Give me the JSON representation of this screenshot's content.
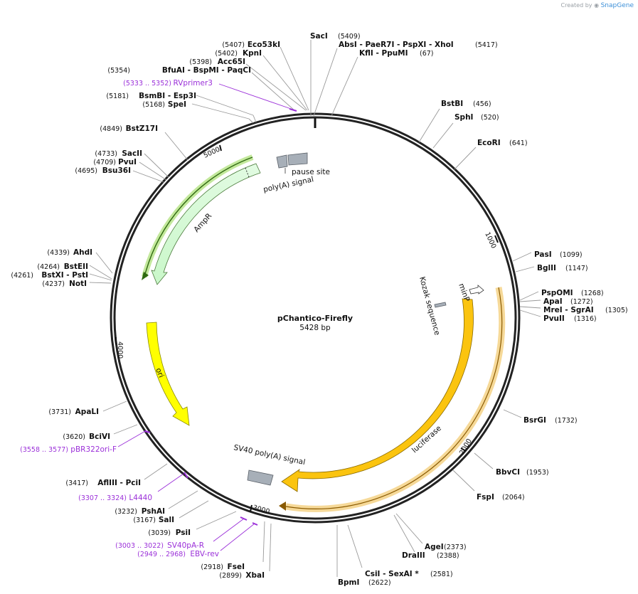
{
  "credit": {
    "prefix": "Created by",
    "brand": "SnapGene"
  },
  "plasmid": {
    "name": "pChantico-Firefly",
    "size_label": "5428 bp"
  },
  "ticks": [
    "1000",
    "2000",
    "3000",
    "4000",
    "5000"
  ],
  "features": {
    "ampr": "AmpR",
    "ori": "ori",
    "luciferase": "luciferase",
    "sv40": "SV40 poly(A) signal",
    "polya": "poly(A) signal",
    "pause": "pause site",
    "minp": "minP",
    "kozak": "Kozak sequence"
  },
  "sites": [
    {
      "id": "saci",
      "name": "SacI",
      "pos": "(5409)"
    },
    {
      "id": "absi",
      "name": "AbsI   - PaeR7I   - PspXI   - XhoI",
      "pos": "(5417)"
    },
    {
      "id": "kfli",
      "name": "KflI   - PpuMI",
      "pos": "(67)"
    },
    {
      "id": "eco53ki",
      "name": "Eco53kI",
      "pos": "(5407)"
    },
    {
      "id": "kpni",
      "name": "KpnI",
      "pos": "(5402)"
    },
    {
      "id": "acc65i",
      "name": "Acc65I",
      "pos": "(5398)"
    },
    {
      "id": "bfuai",
      "name": "BfuAI   - BspMI   - PaqCI",
      "pos": "(5354)"
    },
    {
      "id": "bsmbi",
      "name": "BsmBI   - Esp3I",
      "pos": "(5181)"
    },
    {
      "id": "spei",
      "name": "SpeI",
      "pos": "(5168)"
    },
    {
      "id": "bstz17i",
      "name": "BstZ17I",
      "pos": "(4849)"
    },
    {
      "id": "sacii",
      "name": "SacII",
      "pos": "(4733)"
    },
    {
      "id": "pvui",
      "name": "PvuI",
      "pos": "(4709)"
    },
    {
      "id": "bsu36i",
      "name": "Bsu36I",
      "pos": "(4695)"
    },
    {
      "id": "ahdi",
      "name": "AhdI",
      "pos": "(4339)"
    },
    {
      "id": "bsteii",
      "name": "BstEII",
      "pos": "(4264)"
    },
    {
      "id": "bstxi",
      "name": "BstXI   - PstI",
      "pos": "(4261)"
    },
    {
      "id": "noti",
      "name": "NotI",
      "pos": "(4237)"
    },
    {
      "id": "apali",
      "name": "ApaLI",
      "pos": "(3731)"
    },
    {
      "id": "bcivi",
      "name": "BciVI",
      "pos": "(3620)"
    },
    {
      "id": "afliii",
      "name": "AflIII   - PciI",
      "pos": "(3417)"
    },
    {
      "id": "pshai",
      "name": "PshAI",
      "pos": "(3232)"
    },
    {
      "id": "sali",
      "name": "SalI",
      "pos": "(3167)"
    },
    {
      "id": "psii",
      "name": "PsiI",
      "pos": "(3039)"
    },
    {
      "id": "fsei",
      "name": "FseI",
      "pos": "(2918)"
    },
    {
      "id": "xbai",
      "name": "XbaI",
      "pos": "(2899)"
    },
    {
      "id": "bpmi",
      "name": "BpmI",
      "pos": "(2622)"
    },
    {
      "id": "csii",
      "name": "CsiI   - SexAI *",
      "pos": "(2581)"
    },
    {
      "id": "draiii",
      "name": "DraIII",
      "pos": "(2388)"
    },
    {
      "id": "agei",
      "name": "AgeI",
      "pos": "(2373)"
    },
    {
      "id": "fspi",
      "name": "FspI",
      "pos": "(2064)"
    },
    {
      "id": "bbvci",
      "name": "BbvCI",
      "pos": "(1953)"
    },
    {
      "id": "bsrgi",
      "name": "BsrGI",
      "pos": "(1732)"
    },
    {
      "id": "pvuii",
      "name": "PvuII",
      "pos": "(1316)"
    },
    {
      "id": "mrei",
      "name": "MreI   - SgrAI",
      "pos": "(1305)"
    },
    {
      "id": "apai",
      "name": "ApaI",
      "pos": "(1272)"
    },
    {
      "id": "pspomi",
      "name": "PspOMI",
      "pos": "(1268)"
    },
    {
      "id": "bglii",
      "name": "BglII",
      "pos": "(1147)"
    },
    {
      "id": "pasi",
      "name": "PasI",
      "pos": "(1099)"
    },
    {
      "id": "ecori",
      "name": "EcoRI",
      "pos": "(641)"
    },
    {
      "id": "sphi",
      "name": "SphI",
      "pos": "(520)"
    },
    {
      "id": "bstbi",
      "name": "BstBI",
      "pos": "(456)"
    }
  ],
  "primers": [
    {
      "id": "rvprimer3",
      "name": "RVprimer3",
      "pos": "(5333 .. 5352)"
    },
    {
      "id": "pbr322ori-f",
      "name": "pBR322ori-F",
      "pos": "(3558 .. 3577)"
    },
    {
      "id": "l4440",
      "name": "L4440",
      "pos": "(3307 .. 3324)"
    },
    {
      "id": "sv40pa-r",
      "name": "SV40pA-R",
      "pos": "(3003 .. 3022)"
    },
    {
      "id": "ebv-rev",
      "name": "EBV-rev",
      "pos": "(2949 .. 2968)"
    }
  ]
}
